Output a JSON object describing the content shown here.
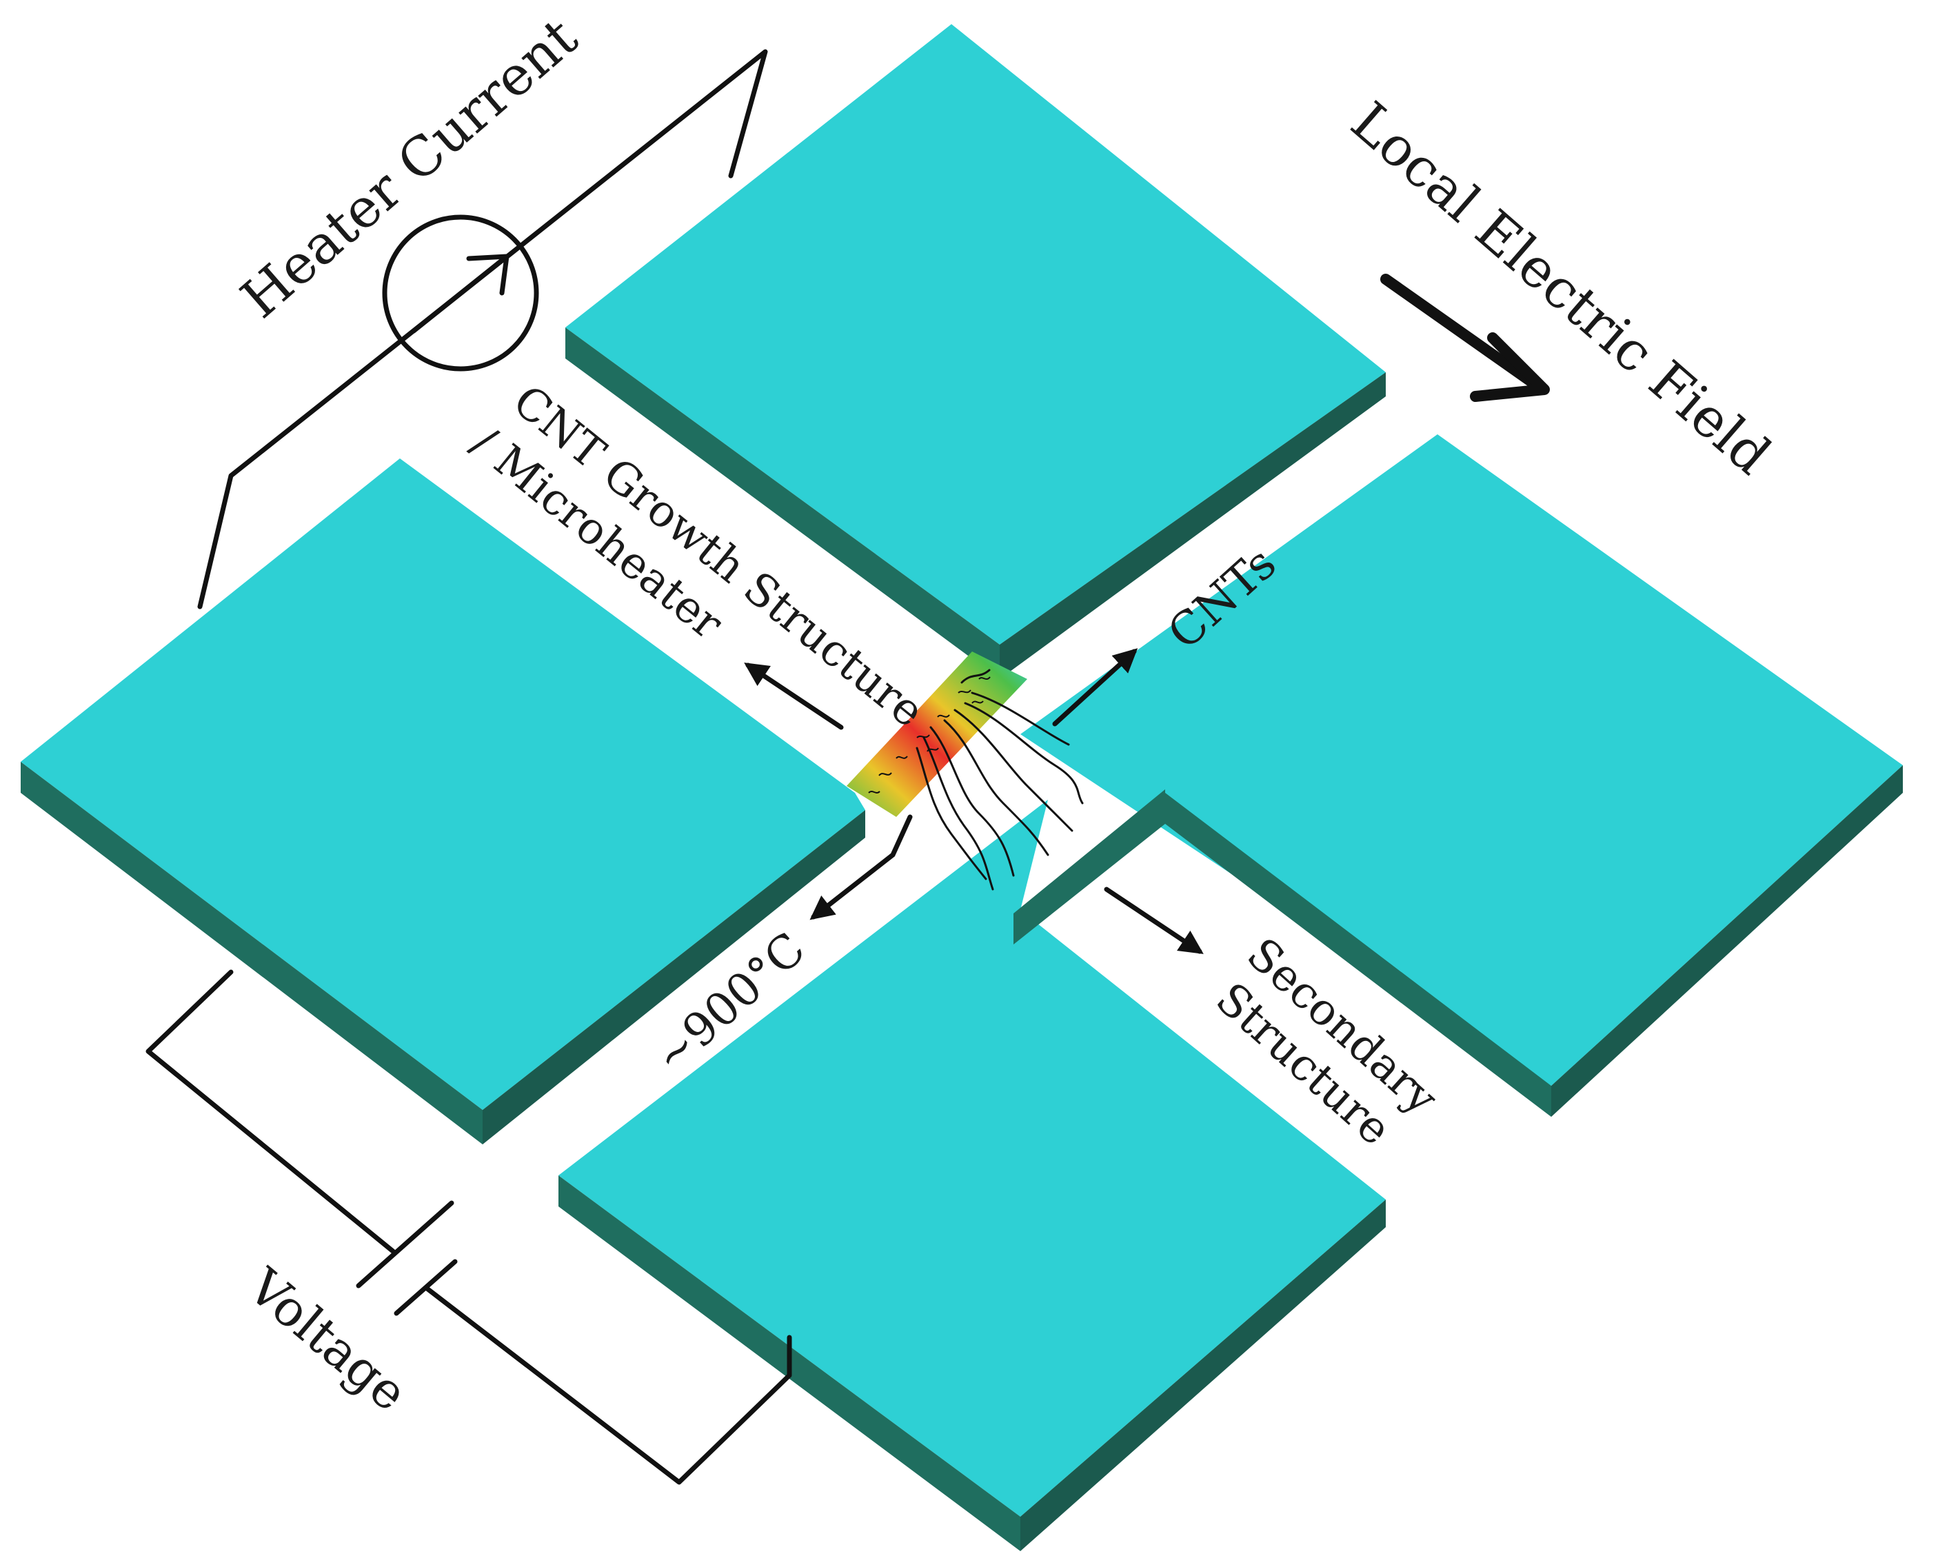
{
  "labels": {
    "heater_current": "Heater Current",
    "local_electric_field": "Local Electric Field",
    "cnt_growth_line1": "CNT Growth Structure",
    "cnt_growth_line2": "/ Microheater",
    "cnts": "CNTs",
    "temperature": "~900°C",
    "secondary_line1": "Secondary",
    "secondary_line2": "Structure",
    "voltage": "Voltage"
  },
  "colors": {
    "pad_top": "#2ed0d4",
    "pad_side": "#1f6e5f",
    "pad_side_dark": "#194f45",
    "wire": "#111111",
    "hot": "#e8302a",
    "warm": "#e9c52a",
    "cool": "#4dbf4a"
  }
}
